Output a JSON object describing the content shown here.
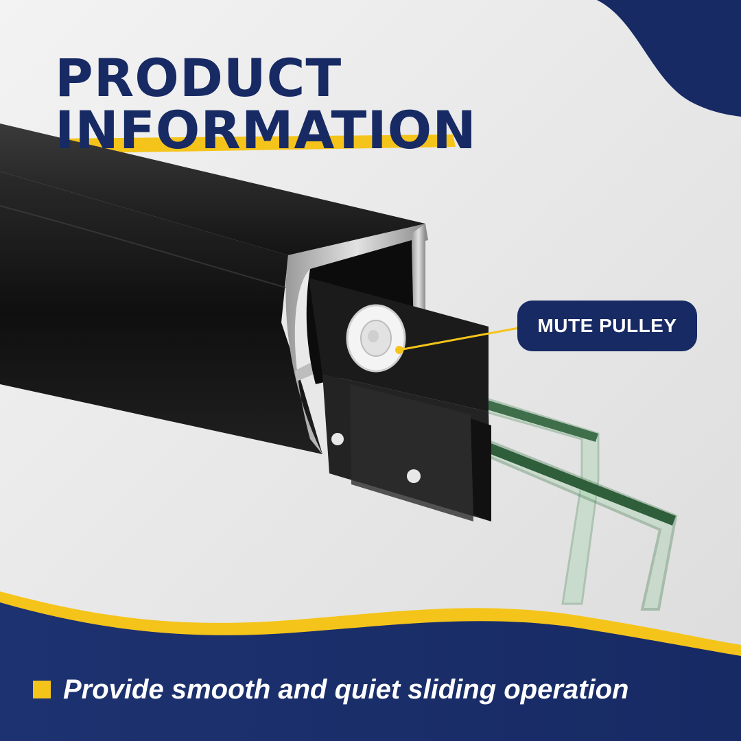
{
  "header": {
    "title_line1": "PRODUCT",
    "title_line2": "INFORMATION"
  },
  "callout": {
    "label": "MUTE PULLEY"
  },
  "feature": {
    "text": "Provide smooth and quiet sliding operation"
  },
  "colors": {
    "navy": "#172a64",
    "accent_yellow": "#f5c41a",
    "background": "#eaeaea",
    "profile_black": "#1a1a1a",
    "glass_green": "#4f8a5c"
  }
}
